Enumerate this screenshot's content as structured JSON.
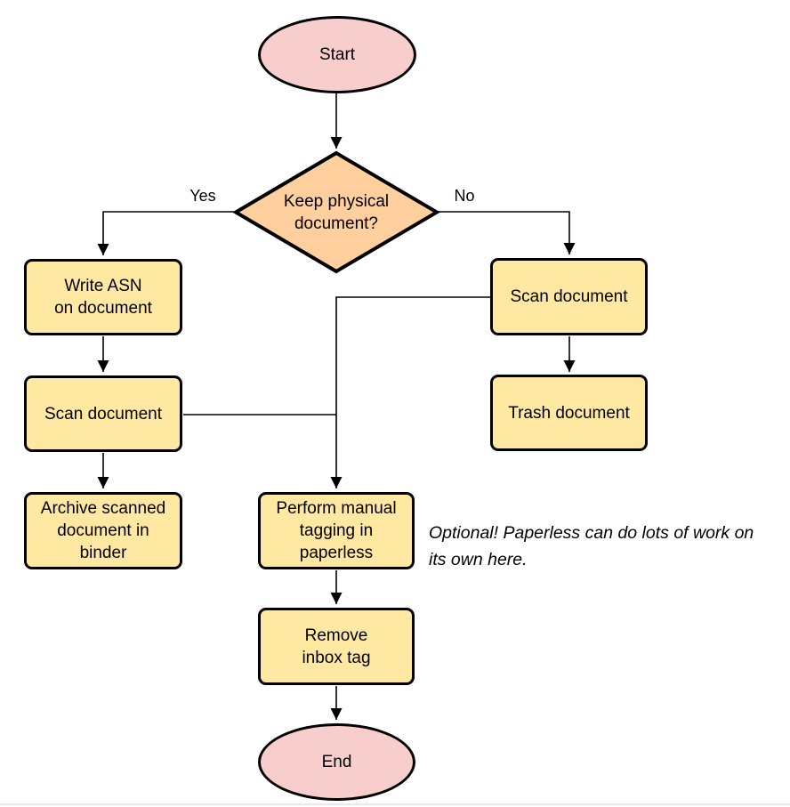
{
  "colors": {
    "terminal_fill": "#f8cecc",
    "decision_fill": "#ffcf9e",
    "process_fill": "#ffe8a1",
    "stroke": "#000000",
    "background": "#ffffff",
    "bottom_edge": "#efe7e7"
  },
  "nodes": {
    "start": {
      "label": "Start"
    },
    "decision": {
      "label": "Keep physical\ndocument?"
    },
    "write_asn": {
      "label": "Write ASN\non document"
    },
    "scan_left": {
      "label": "Scan document"
    },
    "archive": {
      "label": "Archive scanned\ndocument in\nbinder"
    },
    "scan_right": {
      "label": "Scan document"
    },
    "trash": {
      "label": "Trash document"
    },
    "tagging": {
      "label": "Perform manual\ntagging in\npaperless"
    },
    "remove_inbox": {
      "label": "Remove\ninbox tag"
    },
    "end": {
      "label": "End"
    }
  },
  "edge_labels": {
    "yes": "Yes",
    "no": "No"
  },
  "annotation": "Optional! Paperless can do lots of work on\nits own here."
}
